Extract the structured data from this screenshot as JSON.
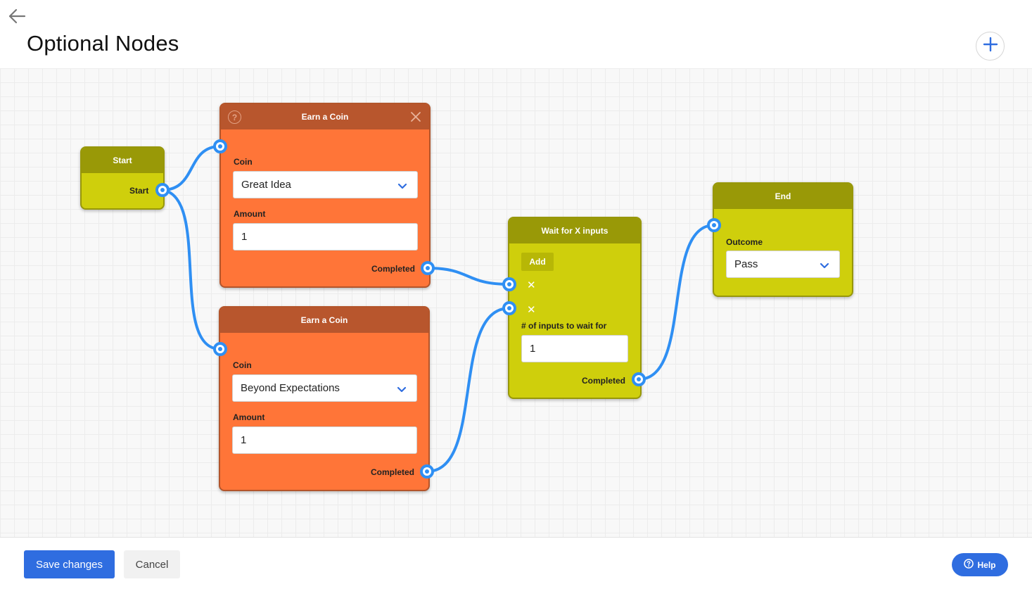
{
  "page": {
    "title": "Optional Nodes"
  },
  "icons": {
    "back": "arrow-left-icon",
    "add_node": "plus-icon",
    "help": "question-circle-icon",
    "close": "close-icon",
    "dropdown": "chevron-down-icon"
  },
  "colors": {
    "wire": "#2f8ff3",
    "orange_node": "#ff7538",
    "orange_header": "#b8562d",
    "yellow_node": "#cfcf0c",
    "yellow_header": "#999907",
    "primary": "#2f6de0"
  },
  "nodes": {
    "start": {
      "title": "Start",
      "output_label": "Start"
    },
    "earn_coin_1": {
      "title": "Earn a Coin",
      "help": "?",
      "coin_label": "Coin",
      "coin_value": "Great Idea",
      "amount_label": "Amount",
      "amount_value": "1",
      "output_label": "Completed"
    },
    "earn_coin_2": {
      "title": "Earn a Coin",
      "coin_label": "Coin",
      "coin_value": "Beyond Expectations",
      "amount_label": "Amount",
      "amount_value": "1",
      "output_label": "Completed"
    },
    "wait": {
      "title": "Wait for X inputs",
      "add_label": "Add",
      "remove_glyph": "✕",
      "count_label": "# of inputs to wait for",
      "count_value": "1",
      "output_label": "Completed"
    },
    "end": {
      "title": "End",
      "outcome_label": "Outcome",
      "outcome_value": "Pass"
    }
  },
  "footer": {
    "save_label": "Save changes",
    "cancel_label": "Cancel",
    "help_label": "Help"
  }
}
